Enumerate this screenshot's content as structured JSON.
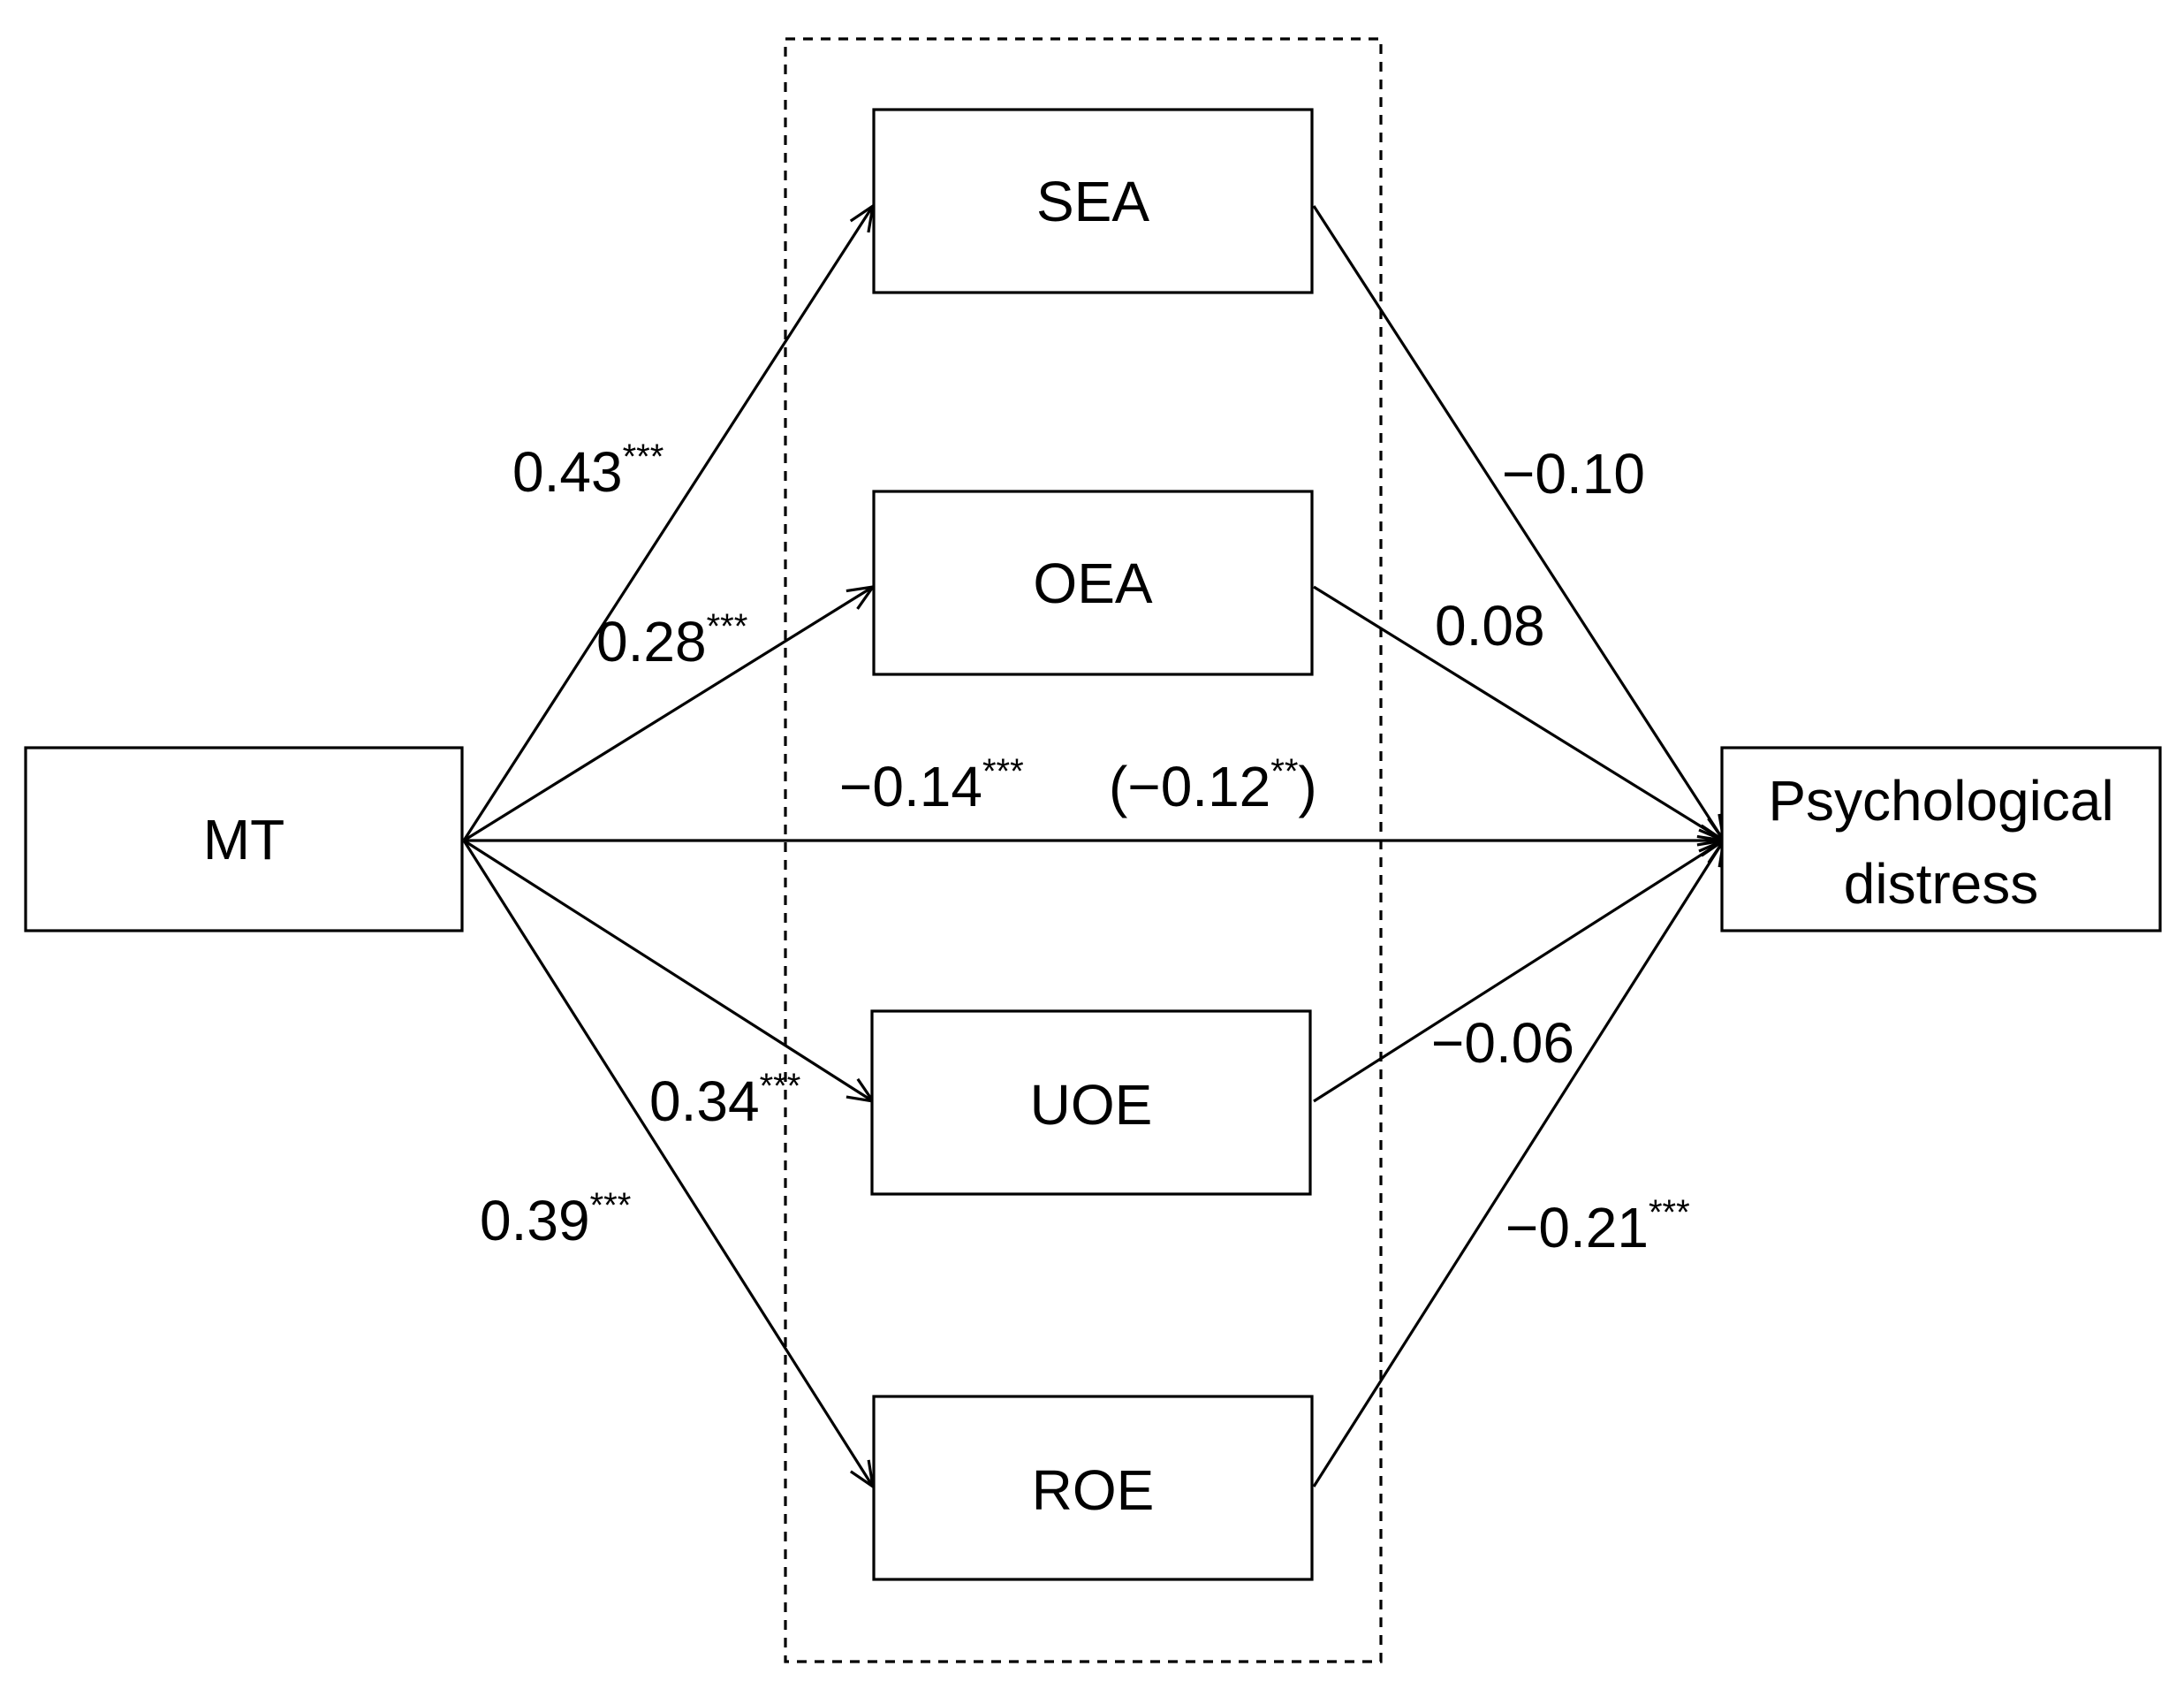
{
  "colors": {
    "line": "#000000",
    "background": "#ffffff"
  },
  "nodes": {
    "mt": {
      "label": "MT"
    },
    "sea": {
      "label": "SEA"
    },
    "oea": {
      "label": "OEA"
    },
    "uoe": {
      "label": "UOE"
    },
    "roe": {
      "label": "ROE"
    },
    "pd": {
      "label_line1": "Psychological",
      "label_line2": "distress"
    }
  },
  "paths": {
    "mt_sea": {
      "value": "0.43",
      "sig": "***"
    },
    "mt_oea": {
      "value": "0.28",
      "sig": "***"
    },
    "mt_uoe": {
      "value": "0.34",
      "sig": "***"
    },
    "mt_roe": {
      "value": "0.39",
      "sig": "***"
    },
    "sea_pd": {
      "value": "−0.10"
    },
    "oea_pd": {
      "value": "0.08"
    },
    "uoe_pd": {
      "value": "−0.06"
    },
    "roe_pd": {
      "value": "−0.21",
      "sig": "***"
    },
    "direct": {
      "value": "−0.14",
      "sig": "***",
      "indirect_open": "(−0.12",
      "indirect_sig": "**",
      "indirect_close": ")"
    }
  }
}
